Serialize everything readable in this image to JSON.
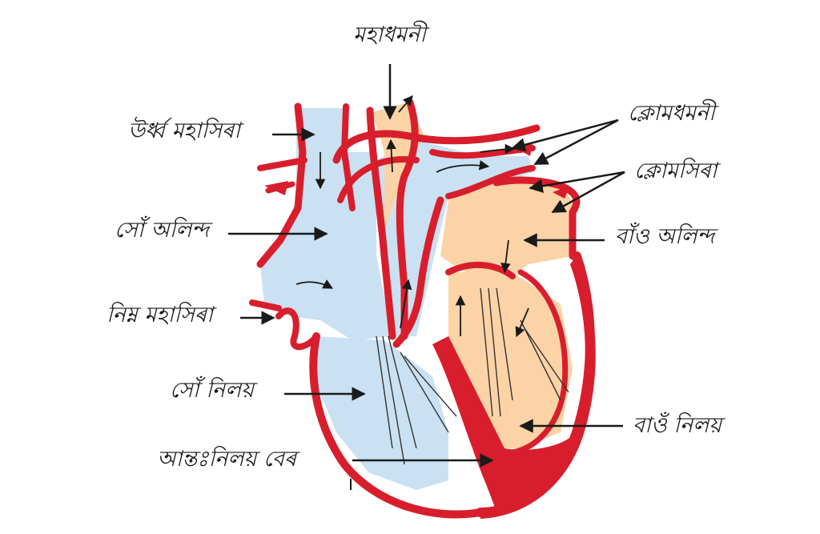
{
  "labels": {
    "aorta": "মহাধমনী",
    "superior_vena_cava": "উৰ্ধ্ব মহাসিৰা",
    "right_atrium": "সোঁ অলিন্দ",
    "inferior_vena_cava": "নিম্ন মহাসিৰা",
    "right_ventricle": "সোঁ নিলয়",
    "interventricular_septum": "আন্তঃনিলয় বেৰ",
    "pulmonary_artery": "ক্লোমধমনী",
    "pulmonary_vein": "ক্লোমসিৰা",
    "left_atrium": "বাঁও অলিন্দ",
    "left_ventricle": "বাওঁ নিলয়"
  },
  "colors": {
    "vessel_red": "#d81e2c",
    "deoxygenated_blue": "#c9e1f2",
    "oxygenated_peach": "#fbd3a6",
    "label_text": "#1a1a1a"
  }
}
